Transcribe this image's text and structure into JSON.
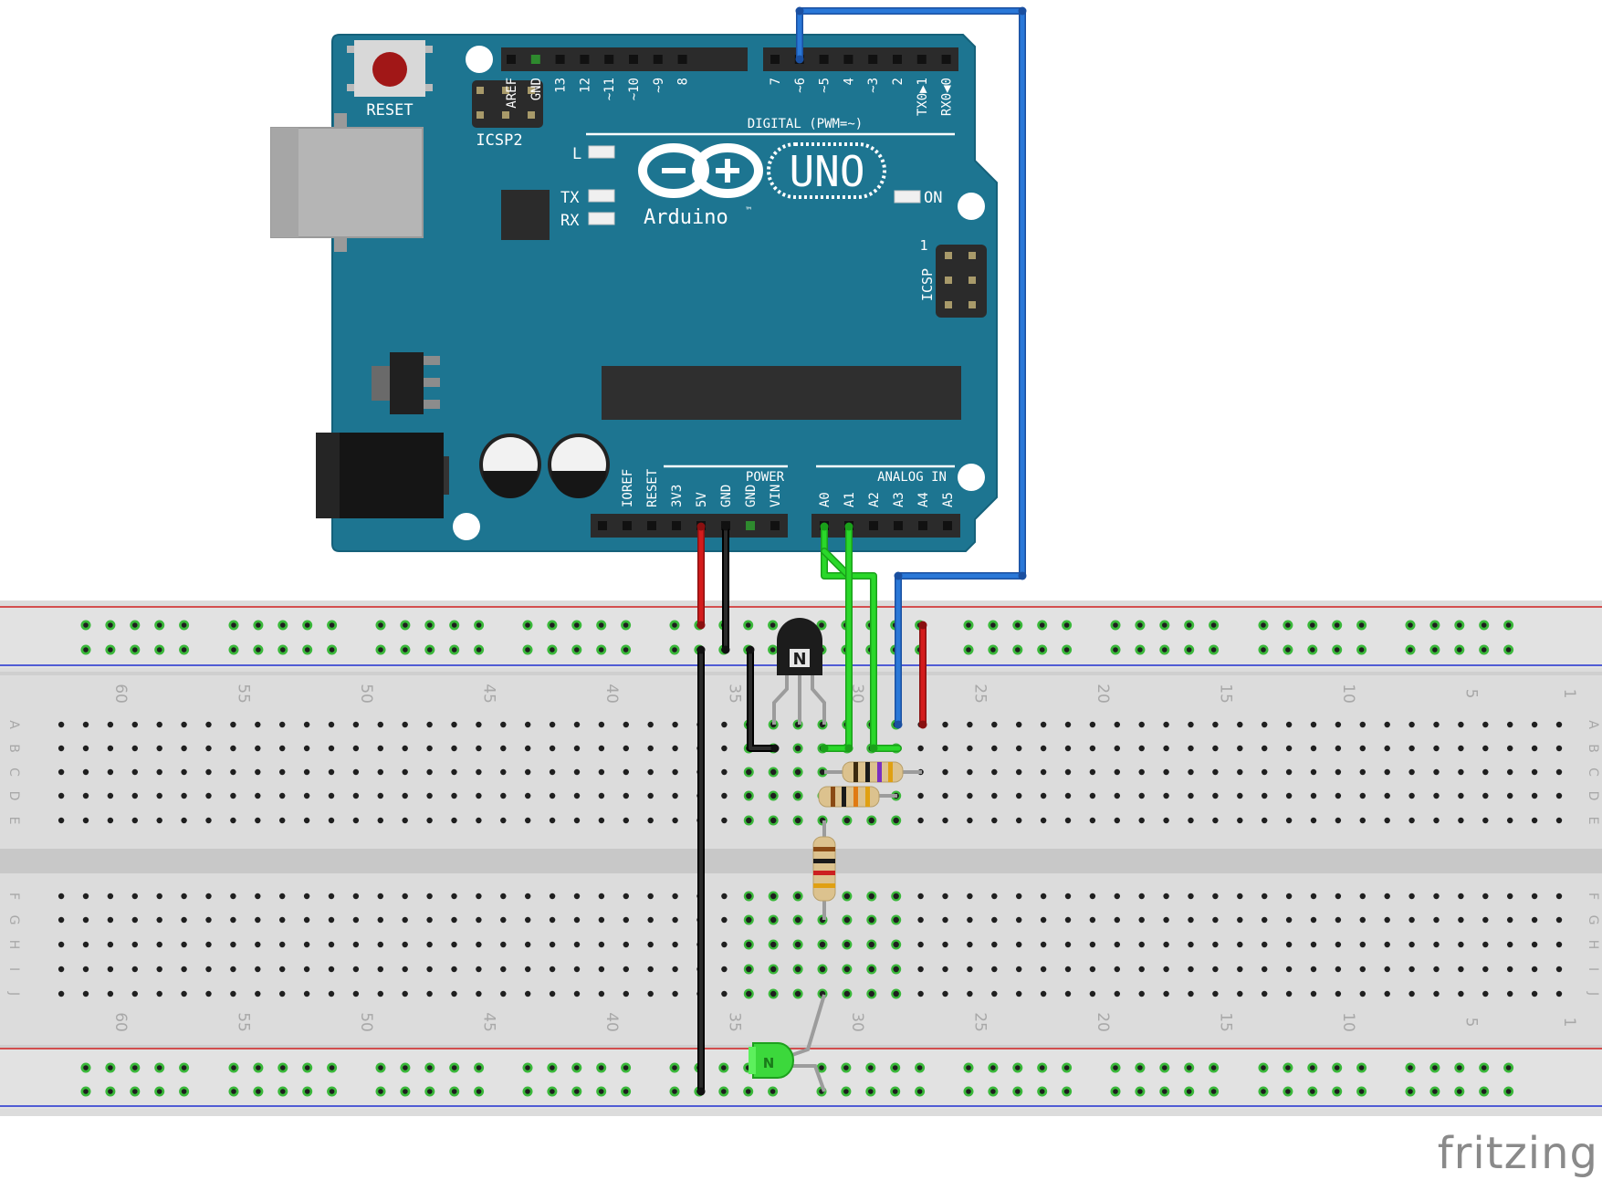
{
  "board": {
    "name_main": "UNO",
    "brand": "Arduino",
    "trademark": "™",
    "reset_label": "RESET",
    "icsp2_label": "ICSP2",
    "icsp_label": "ICSP",
    "icsp_pin1": "1",
    "digital_title": "DIGITAL (PWM=~)",
    "power_title": "POWER",
    "analog_title": "ANALOG IN",
    "led_l": "L",
    "led_tx": "TX",
    "led_rx": "RX",
    "led_on": "ON",
    "digital_pins_left": [
      "AREF",
      "GND",
      "13",
      "12",
      "~11",
      "~10",
      "~9",
      "8"
    ],
    "digital_pins_right": [
      "7",
      "~6",
      "~5",
      "4",
      "~3",
      "2",
      "TX0▶1",
      "RX0◀0"
    ],
    "power_pins": [
      "IOREF",
      "RESET",
      "3V3",
      "5V",
      "GND",
      "GND",
      "VIN"
    ],
    "analog_pins": [
      "A0",
      "A1",
      "A2",
      "A3",
      "A4",
      "A5"
    ],
    "colors": {
      "pcb": "#1d7591",
      "pcb_edge": "#15617a",
      "header": "#2b2b2b",
      "reset": "#a11717"
    }
  },
  "breadboard": {
    "column_numbers": [
      "60",
      "55",
      "50",
      "45",
      "40",
      "35",
      "30",
      "25",
      "20",
      "15",
      "10",
      "5",
      "1"
    ],
    "row_letters_top": [
      "A",
      "B",
      "C",
      "D",
      "E"
    ],
    "row_letters_bottom": [
      "F",
      "G",
      "H",
      "I",
      "J"
    ],
    "colors": {
      "body": "#dcdcdc",
      "rail_red": "#d02020",
      "rail_blue": "#2030d0",
      "hole_active": "#3ab83a"
    }
  },
  "components": {
    "transistor_label": "N",
    "led_label": "N"
  },
  "wire_colors": {
    "red": "#cc1a1a",
    "black": "#1a1a1a",
    "green": "#22c822",
    "blue": "#2a6fd0"
  },
  "watermark": "fritzing"
}
